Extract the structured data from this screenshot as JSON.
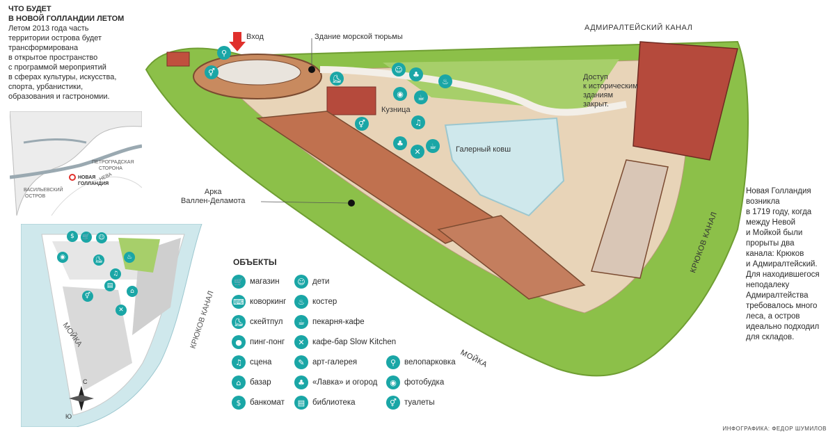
{
  "header": {
    "title_line1": "ЧТО БУДЕТ",
    "title_line2": "В НОВОЙ ГОЛЛАНДИИ ЛЕТОМ",
    "intro_lines": [
      "Летом 2013 года часть",
      "территории острова будет",
      "трансформирована",
      "в открытое пространство",
      "с программой мероприятий",
      "в сферах культуры, искусства,",
      "спорта, урбанистики,",
      "образования и гастрономии."
    ]
  },
  "locator": {
    "petrogradskaya": [
      "ПЕТРОГРАДСКАЯ",
      "СТОРОНА"
    ],
    "neva": "НЕВА",
    "vasilievsky": [
      "ВАСИЛЬЕВСКИЙ",
      "ОСТРОВ"
    ],
    "new_holland": [
      "НОВАЯ",
      "ГОЛЛАНДИЯ"
    ]
  },
  "map_labels": {
    "entrance": "Вход",
    "prison": "Здание морской тюрьмы",
    "admiralty_canal": "АДМИРАЛТЕЙСКИЙ КАНАЛ",
    "access_closed": [
      "Доступ",
      "к историческим",
      "зданиям",
      "закрыт."
    ],
    "forge": "Кузница",
    "galley_basin": "Галерный ковш",
    "arch": [
      "Арка",
      "Валлен-Деламота"
    ],
    "moika": "МОЙКА",
    "kryukov": "КРЮКОВ КАНАЛ"
  },
  "mini_map": {
    "moika": "МОЙКА",
    "kryukov": "КРЮКОВ КАНАЛ",
    "north": "С",
    "south": "Ю"
  },
  "legend": {
    "title": "ОБЪЕКТЫ",
    "col1": [
      {
        "icon": "shop-icon",
        "glyph": "🛒",
        "label": "магазин"
      },
      {
        "icon": "coworking-icon",
        "glyph": "⌨",
        "label": "коворкинг"
      },
      {
        "icon": "skatepool-icon",
        "glyph": "⛸",
        "label": "скейтпул"
      },
      {
        "icon": "ping-pong-icon",
        "glyph": "●",
        "label": "пинг-понг"
      },
      {
        "icon": "stage-icon",
        "glyph": "♫",
        "label": "сцена"
      },
      {
        "icon": "bazaar-icon",
        "glyph": "⌂",
        "label": "базар"
      },
      {
        "icon": "atm-icon",
        "glyph": "$",
        "label": "банкомат"
      }
    ],
    "col2": [
      {
        "icon": "children-icon",
        "glyph": "☺",
        "label": "дети"
      },
      {
        "icon": "campfire-icon",
        "glyph": "♨",
        "label": "костер"
      },
      {
        "icon": "bakery-icon",
        "glyph": "☕",
        "label": "пекарня-кафе"
      },
      {
        "icon": "cafe-bar-icon",
        "glyph": "✕",
        "label": "кафе-бар Slow Kitchen"
      },
      {
        "icon": "art-gallery-icon",
        "glyph": "✎",
        "label": "арт-галерея"
      },
      {
        "icon": "garden-icon",
        "glyph": "♣",
        "label": "«Лавка» и огород"
      },
      {
        "icon": "library-icon",
        "glyph": "▤",
        "label": "библиотека"
      }
    ],
    "col3": [
      {
        "icon": "bike-parking-icon",
        "glyph": "⚲",
        "label": "велопарковка"
      },
      {
        "icon": "photo-booth-icon",
        "glyph": "◉",
        "label": "фотобудка"
      },
      {
        "icon": "toilets-icon",
        "glyph": "⚥",
        "label": "туалеты"
      }
    ]
  },
  "sidebar_text": [
    "Новая Голландия",
    "возникла",
    "в 1719 году, когда",
    "между Невой",
    "и Мойкой были",
    "прорыты два",
    "канала: Крюков",
    "и Адмиралтейский.",
    "Для находившегося",
    "неподалеку",
    "Адмиралтейства",
    "требовалось много",
    "леса, а остров",
    "идеально подходил",
    "для складов."
  ],
  "credit": "ИНФОГРАФИКА: ФЕДОР ШУМИЛОВ",
  "colors": {
    "accent": "#1aa6a6",
    "water": "#cfe8ec",
    "tree": "#8cc049",
    "roof": "#c0714f",
    "brick": "#b54a3c",
    "arrow": "#e0302c"
  }
}
